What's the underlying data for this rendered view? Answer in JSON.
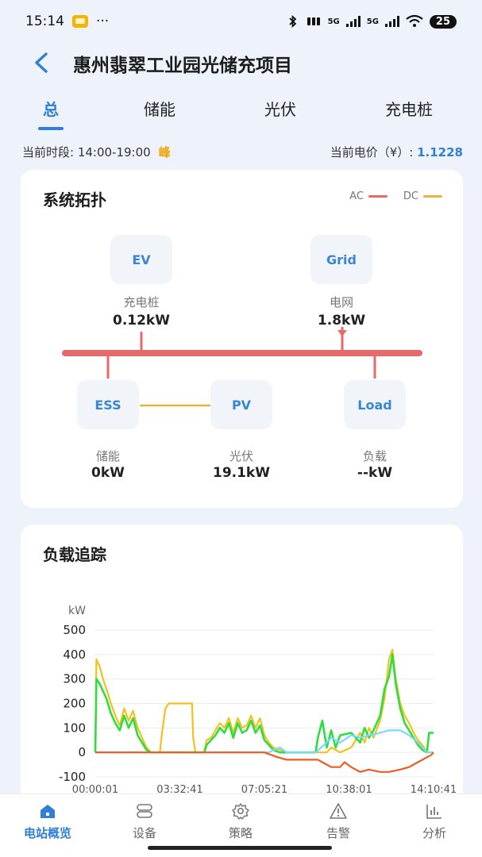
{
  "status_bar": {
    "time": "15:14",
    "dots": "···",
    "network_5g": "5G",
    "network_5g_2": "5G",
    "battery": "25"
  },
  "header": {
    "title": "惠州翡翠工业园光储充项目"
  },
  "tabs": [
    {
      "label": "总",
      "active": true
    },
    {
      "label": "储能",
      "active": false
    },
    {
      "label": "光伏",
      "active": false
    },
    {
      "label": "充电桩",
      "active": false
    }
  ],
  "period": {
    "label": "当前时段: 14:00-19:00",
    "peak": "峰",
    "price_label": "当前电价（¥）:",
    "price_value": "1.1228"
  },
  "topology": {
    "title": "系统拓扑",
    "legend_ac": "AC",
    "legend_dc": "DC",
    "colors": {
      "ac": "#e9686a",
      "dc": "#e8b245"
    },
    "nodes": {
      "ev": {
        "code": "EV",
        "label": "充电桩",
        "value": "0.12kW"
      },
      "grid": {
        "code": "Grid",
        "label": "电网",
        "value": "1.8kW"
      },
      "ess": {
        "code": "ESS",
        "label": "储能",
        "value": "0kW"
      },
      "pv": {
        "code": "PV",
        "label": "光伏",
        "value": "19.1kW"
      },
      "load": {
        "code": "Load",
        "label": "负载",
        "value": "--kW"
      }
    }
  },
  "load_tracking": {
    "title": "负载追踪"
  },
  "chart_data": {
    "type": "line",
    "ylabel": "kW",
    "ylim": [
      -100,
      500
    ],
    "yticks": [
      500,
      400,
      300,
      200,
      100,
      0,
      -100
    ],
    "xticks": [
      "00:00:01",
      "03:32:41",
      "07:05:21",
      "10:38:01",
      "14:10:41"
    ],
    "x_range_hours": [
      0,
      15.2
    ],
    "grid": true,
    "series": [
      {
        "color": "#f3c11c",
        "points": [
          [
            0,
            0
          ],
          [
            0.05,
            380
          ],
          [
            0.2,
            350
          ],
          [
            0.35,
            300
          ],
          [
            0.5,
            260
          ],
          [
            0.7,
            200
          ],
          [
            0.9,
            150
          ],
          [
            1.1,
            110
          ],
          [
            1.3,
            180
          ],
          [
            1.5,
            130
          ],
          [
            1.7,
            170
          ],
          [
            1.9,
            100
          ],
          [
            2.1,
            60
          ],
          [
            2.3,
            20
          ],
          [
            2.5,
            0
          ],
          [
            2.9,
            0
          ],
          [
            3.0,
            80
          ],
          [
            3.15,
            180
          ],
          [
            3.3,
            200
          ],
          [
            3.6,
            200
          ],
          [
            3.9,
            200
          ],
          [
            4.2,
            200
          ],
          [
            4.35,
            200
          ],
          [
            4.4,
            60
          ],
          [
            4.5,
            0
          ],
          [
            4.9,
            0
          ],
          [
            5.0,
            50
          ],
          [
            5.2,
            60
          ],
          [
            5.4,
            90
          ],
          [
            5.6,
            120
          ],
          [
            5.8,
            100
          ],
          [
            6.0,
            140
          ],
          [
            6.2,
            80
          ],
          [
            6.4,
            140
          ],
          [
            6.6,
            100
          ],
          [
            6.8,
            110
          ],
          [
            7.0,
            150
          ],
          [
            7.2,
            100
          ],
          [
            7.4,
            140
          ],
          [
            7.6,
            70
          ],
          [
            7.8,
            40
          ],
          [
            8.0,
            20
          ],
          [
            8.3,
            10
          ],
          [
            8.6,
            0
          ],
          [
            9.9,
            0
          ],
          [
            10.0,
            0
          ],
          [
            10.4,
            0
          ],
          [
            10.6,
            20
          ],
          [
            11.0,
            0
          ],
          [
            11.5,
            20
          ],
          [
            11.9,
            80
          ],
          [
            12.1,
            40
          ],
          [
            12.3,
            100
          ],
          [
            12.5,
            60
          ],
          [
            12.8,
            130
          ],
          [
            13.0,
            220
          ],
          [
            13.2,
            380
          ],
          [
            13.35,
            420
          ],
          [
            13.5,
            300
          ],
          [
            13.7,
            200
          ],
          [
            13.9,
            150
          ],
          [
            14.1,
            120
          ],
          [
            14.3,
            80
          ],
          [
            14.5,
            50
          ],
          [
            14.7,
            30
          ],
          [
            14.9,
            0
          ],
          [
            15.1,
            0
          ],
          [
            15.2,
            0
          ]
        ]
      },
      {
        "color": "#2ede3c",
        "points": [
          [
            0,
            0
          ],
          [
            0.05,
            300
          ],
          [
            0.2,
            280
          ],
          [
            0.35,
            250
          ],
          [
            0.5,
            220
          ],
          [
            0.7,
            160
          ],
          [
            0.9,
            120
          ],
          [
            1.1,
            90
          ],
          [
            1.3,
            150
          ],
          [
            1.5,
            100
          ],
          [
            1.7,
            140
          ],
          [
            1.9,
            70
          ],
          [
            2.1,
            40
          ],
          [
            2.3,
            10
          ],
          [
            2.5,
            0
          ],
          [
            4.5,
            0
          ],
          [
            4.9,
            0
          ],
          [
            5.0,
            30
          ],
          [
            5.2,
            50
          ],
          [
            5.4,
            70
          ],
          [
            5.6,
            100
          ],
          [
            5.8,
            80
          ],
          [
            6.0,
            120
          ],
          [
            6.2,
            60
          ],
          [
            6.4,
            120
          ],
          [
            6.6,
            80
          ],
          [
            6.8,
            90
          ],
          [
            7.0,
            130
          ],
          [
            7.2,
            80
          ],
          [
            7.4,
            110
          ],
          [
            7.6,
            50
          ],
          [
            7.8,
            30
          ],
          [
            8.0,
            10
          ],
          [
            8.3,
            0
          ],
          [
            9.9,
            0
          ],
          [
            10.0,
            60
          ],
          [
            10.2,
            130
          ],
          [
            10.4,
            20
          ],
          [
            10.6,
            90
          ],
          [
            10.8,
            20
          ],
          [
            11.0,
            70
          ],
          [
            11.5,
            80
          ],
          [
            11.9,
            40
          ],
          [
            12.1,
            100
          ],
          [
            12.3,
            60
          ],
          [
            12.5,
            90
          ],
          [
            12.8,
            150
          ],
          [
            13.0,
            260
          ],
          [
            13.2,
            310
          ],
          [
            13.35,
            400
          ],
          [
            13.5,
            280
          ],
          [
            13.7,
            180
          ],
          [
            13.9,
            120
          ],
          [
            14.1,
            90
          ],
          [
            14.3,
            60
          ],
          [
            14.5,
            30
          ],
          [
            14.7,
            10
          ],
          [
            14.9,
            0
          ],
          [
            15.0,
            80
          ],
          [
            15.2,
            80
          ]
        ]
      },
      {
        "color": "#7ad7ff",
        "points": [
          [
            0,
            0
          ],
          [
            7.8,
            0
          ],
          [
            8.0,
            10
          ],
          [
            8.3,
            20
          ],
          [
            8.6,
            0
          ],
          [
            9.9,
            0
          ],
          [
            10.4,
            40
          ],
          [
            10.6,
            60
          ],
          [
            11.0,
            40
          ],
          [
            11.5,
            70
          ],
          [
            11.9,
            60
          ],
          [
            12.3,
            70
          ],
          [
            12.8,
            80
          ],
          [
            13.2,
            90
          ],
          [
            13.7,
            90
          ],
          [
            14.1,
            70
          ],
          [
            14.5,
            40
          ],
          [
            14.9,
            0
          ],
          [
            15.2,
            0
          ]
        ]
      },
      {
        "color": "#ef5a21",
        "points": [
          [
            0,
            0
          ],
          [
            7.6,
            0
          ],
          [
            7.9,
            -10
          ],
          [
            8.2,
            -20
          ],
          [
            8.6,
            -30
          ],
          [
            9.9,
            -30
          ],
          [
            10.0,
            -30
          ],
          [
            10.2,
            -40
          ],
          [
            10.6,
            -60
          ],
          [
            11.0,
            -60
          ],
          [
            11.2,
            -40
          ],
          [
            11.5,
            -60
          ],
          [
            11.9,
            -80
          ],
          [
            12.3,
            -70
          ],
          [
            12.8,
            -80
          ],
          [
            13.2,
            -80
          ],
          [
            13.7,
            -70
          ],
          [
            14.1,
            -60
          ],
          [
            14.5,
            -40
          ],
          [
            14.9,
            -20
          ],
          [
            15.1,
            -10
          ],
          [
            15.2,
            0
          ]
        ]
      }
    ]
  },
  "bottom_nav": [
    {
      "label": "电站概览",
      "icon": "home-icon",
      "active": true
    },
    {
      "label": "设备",
      "icon": "device-icon",
      "active": false
    },
    {
      "label": "策略",
      "icon": "gear-icon",
      "active": false
    },
    {
      "label": "告警",
      "icon": "alert-icon",
      "active": false
    },
    {
      "label": "分析",
      "icon": "chart-icon",
      "active": false
    }
  ],
  "theme": {
    "accent": "#2f7fd6",
    "peak": "#f5a200"
  }
}
